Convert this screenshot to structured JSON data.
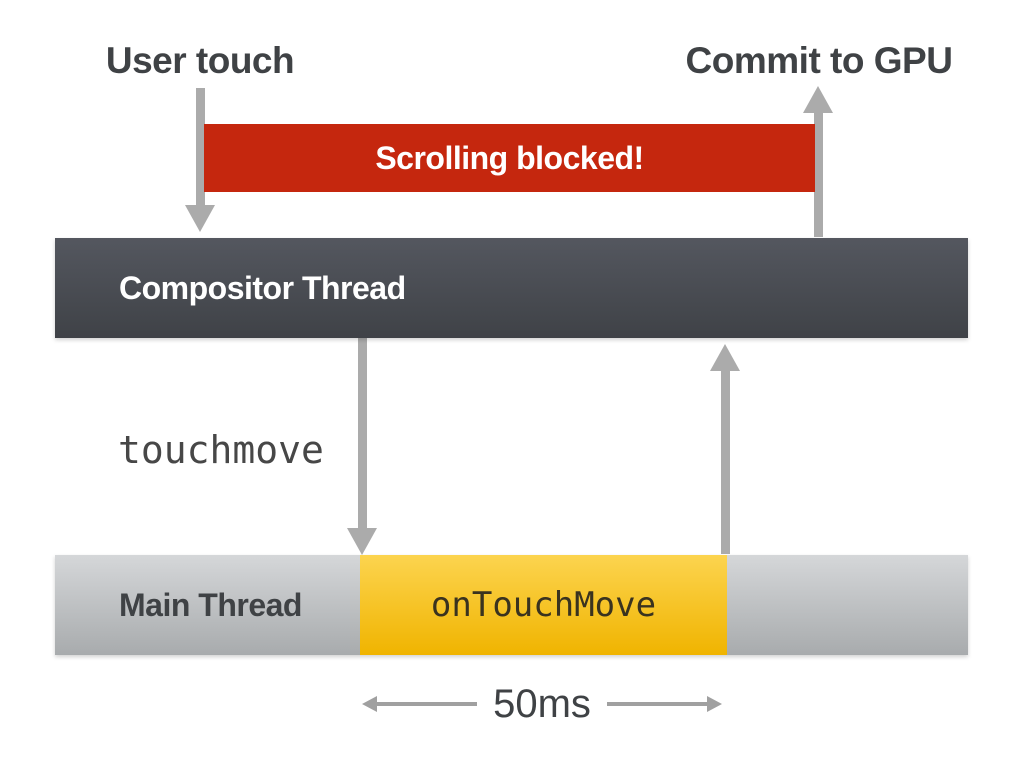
{
  "diagram": {
    "labels": {
      "user_touch": "User touch",
      "commit_to_gpu": "Commit to GPU",
      "scrolling_blocked": "Scrolling blocked!",
      "compositor_thread": "Compositor Thread",
      "touchmove": "touchmove",
      "main_thread": "Main Thread",
      "on_touch_move": "onTouchMove",
      "duration": "50ms"
    },
    "colors": {
      "blocked_red": "#C5270E",
      "compositor_top": "#54575F",
      "compositor_bottom": "#3F4247",
      "main_top": "#D5D7D9",
      "main_bottom": "#A8ABAD",
      "busy_top": "#FCD44F",
      "busy_bottom": "#F0B400",
      "arrow_gray": "#ABABAB",
      "thin_arrow_gray": "#A0A0A0",
      "text_dark": "#3F4245",
      "busy_text": "#3A331F"
    }
  }
}
